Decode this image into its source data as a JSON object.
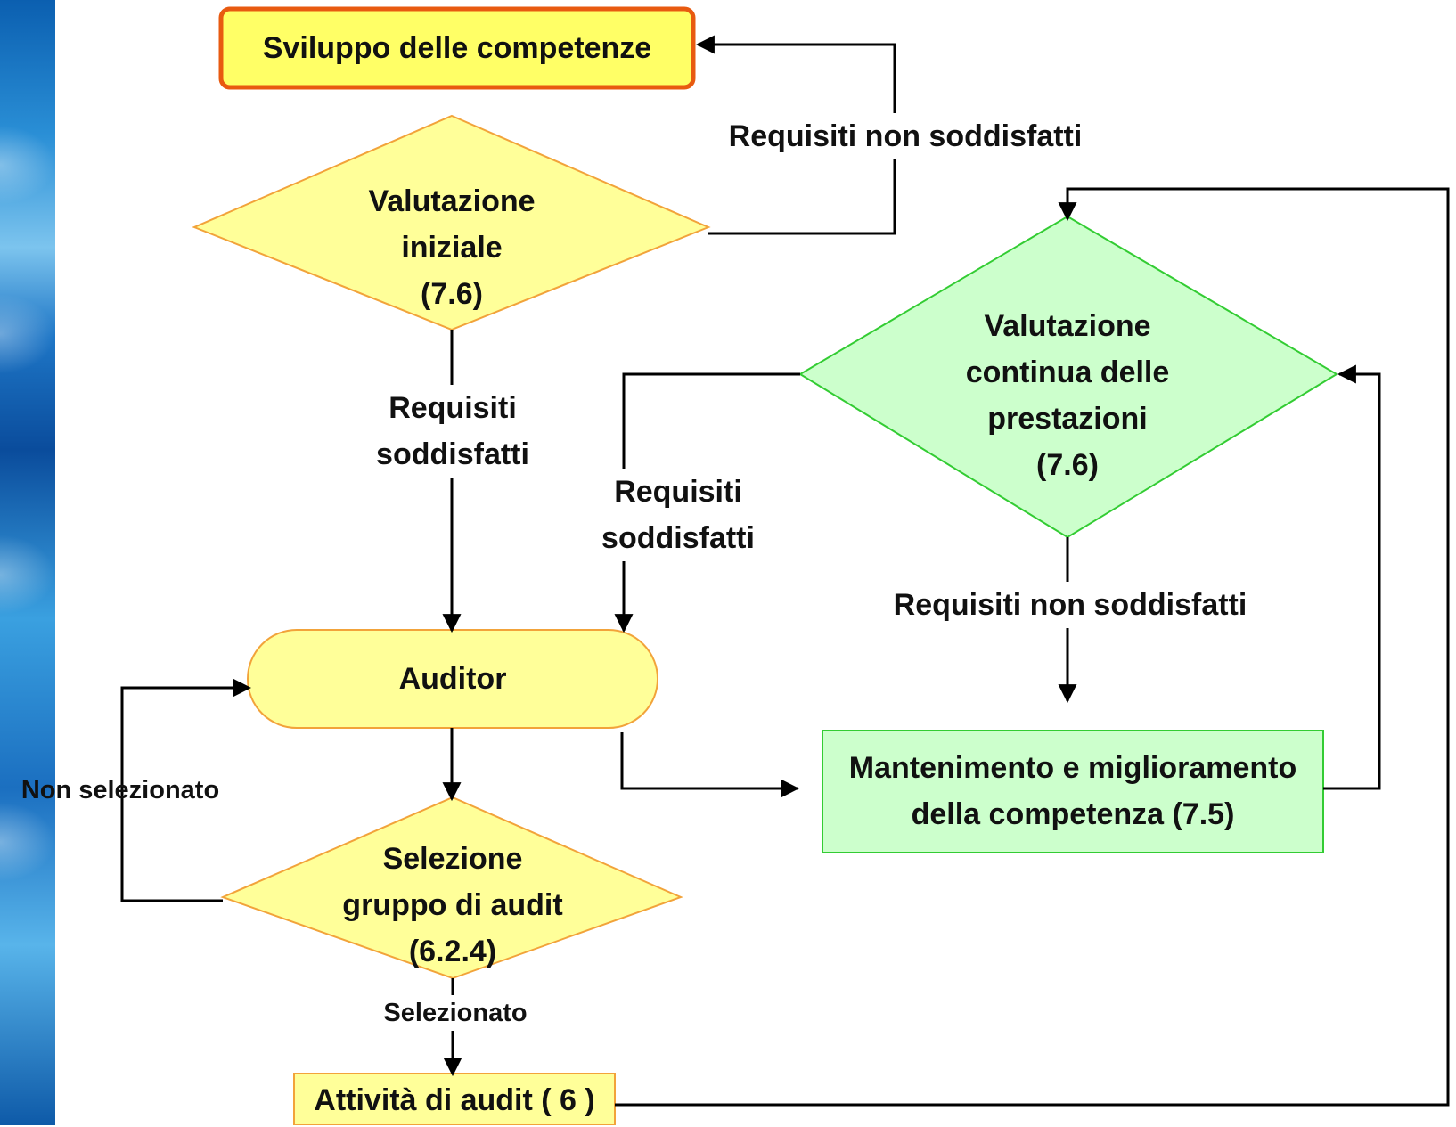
{
  "colors": {
    "yellow_fill": "#ffff99",
    "yellow_border": "#f2a33a",
    "start_fill": "#ffff66",
    "start_border": "#e85a10",
    "green_fill": "#ccffcc",
    "green_border": "#33cc33",
    "line": "#000000",
    "side_band": "#1e76c6"
  },
  "nodes": {
    "sviluppo": "Sviluppo delle competenze",
    "valutazione_iniziale": [
      "Valutazione",
      "iniziale",
      "(7.6)"
    ],
    "auditor": "Auditor",
    "selezione": [
      "Selezione",
      "gruppo di audit",
      "(6.2.4)"
    ],
    "attivita": "Attività di audit ( 6 )",
    "valutazione_continua": [
      "Valutazione",
      "continua delle",
      "prestazioni",
      "(7.6)"
    ],
    "mantenimento": [
      "Mantenimento e miglioramento",
      "della competenza (7.5)"
    ]
  },
  "edges": {
    "req_non_soddisfatti_top": "Requisiti non soddisfatti",
    "req_soddisfatti_left": [
      "Requisiti",
      "soddisfatti"
    ],
    "req_soddisfatti_mid": [
      "Requisiti",
      "soddisfatti"
    ],
    "req_non_soddisfatti_right": "Requisiti non soddisfatti",
    "non_selezionato": "Non selezionato",
    "selezionato": "Selezionato"
  }
}
